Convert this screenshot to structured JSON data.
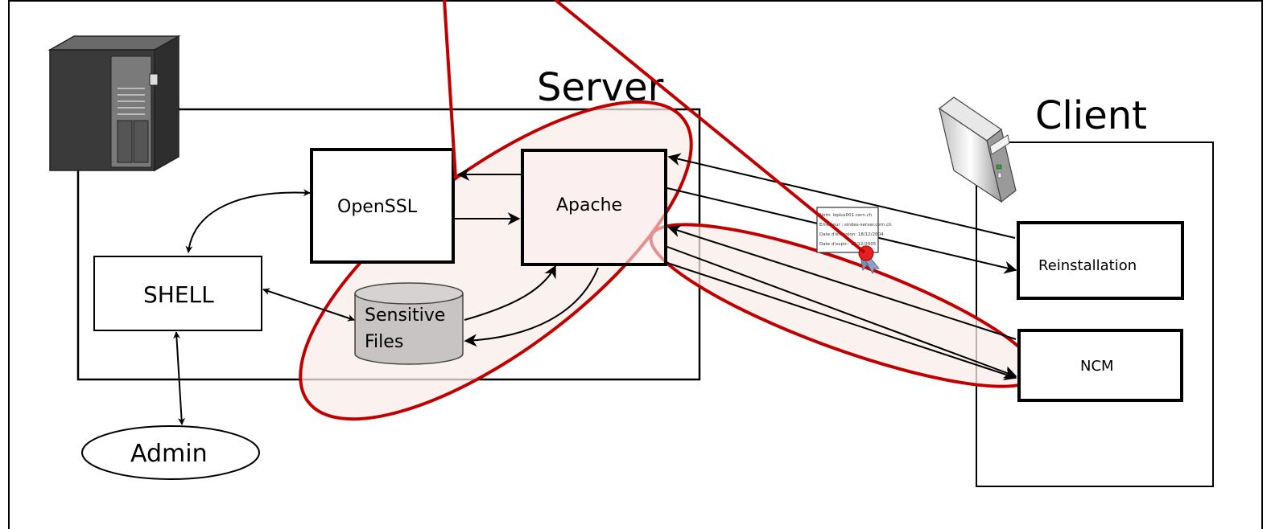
{
  "server": {
    "title": "Server"
  },
  "client": {
    "title": "Client"
  },
  "components": {
    "openssl": "OpenSSL",
    "apache": "Apache",
    "shell": "SHELL",
    "sensitive_files_line1": "Sensitive",
    "sensitive_files_line2": "Files",
    "admin": "Admin",
    "reinstallation": "Reinstallation",
    "ncm": "NCM"
  },
  "certificate": {
    "line1": "Nom: lxplus001.cern.ch",
    "line2": "Emetteur : sindes-server.cern.ch",
    "line3": "Date d'émission: 18/12/2004",
    "line4": "Date d'expir.: 17/12/2005"
  },
  "colors": {
    "highlight_stroke": "#c00000",
    "highlight_fill": "#f9ecea",
    "cylinder_fill": "#c8c4c4"
  }
}
